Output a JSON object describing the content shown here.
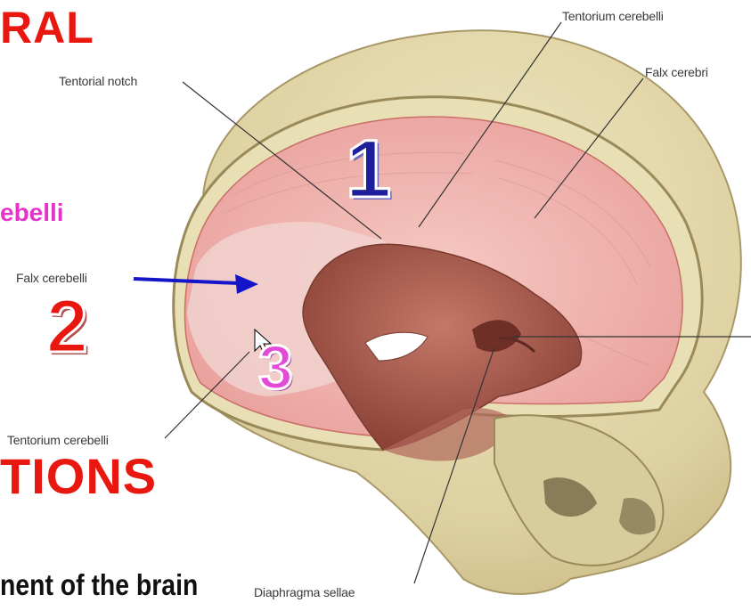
{
  "slide": {
    "heading_top": "RAL",
    "heading_mid": "ebelli",
    "heading_bottom": "TIONS",
    "caption": "nent of the brain"
  },
  "labels": {
    "tentorium_cerebelli_top": "Tentorium cerebelli",
    "tentorial_notch": "Tentorial notch",
    "falx_cerebri": "Falx cerebri",
    "falx_cerebelli": "Falx cerebelli",
    "tentorium_cerebelli_bottom": "Tentorium cerebelli",
    "diaphragma_sellae": "Diaphragma sellae"
  },
  "numbers": {
    "one": "1",
    "two": "2",
    "three": "3"
  },
  "colors": {
    "heading_red": "#e8170f",
    "heading_magenta": "#e533c8",
    "number_blue": "#1d1f9c",
    "number_red": "#e8170f",
    "number_magenta": "#e24ad8",
    "arrow_blue": "#1414c8",
    "bone": "#e6dcb0",
    "dura_pink": "#f2b3b0",
    "cavity_brown": "#a5584c"
  }
}
